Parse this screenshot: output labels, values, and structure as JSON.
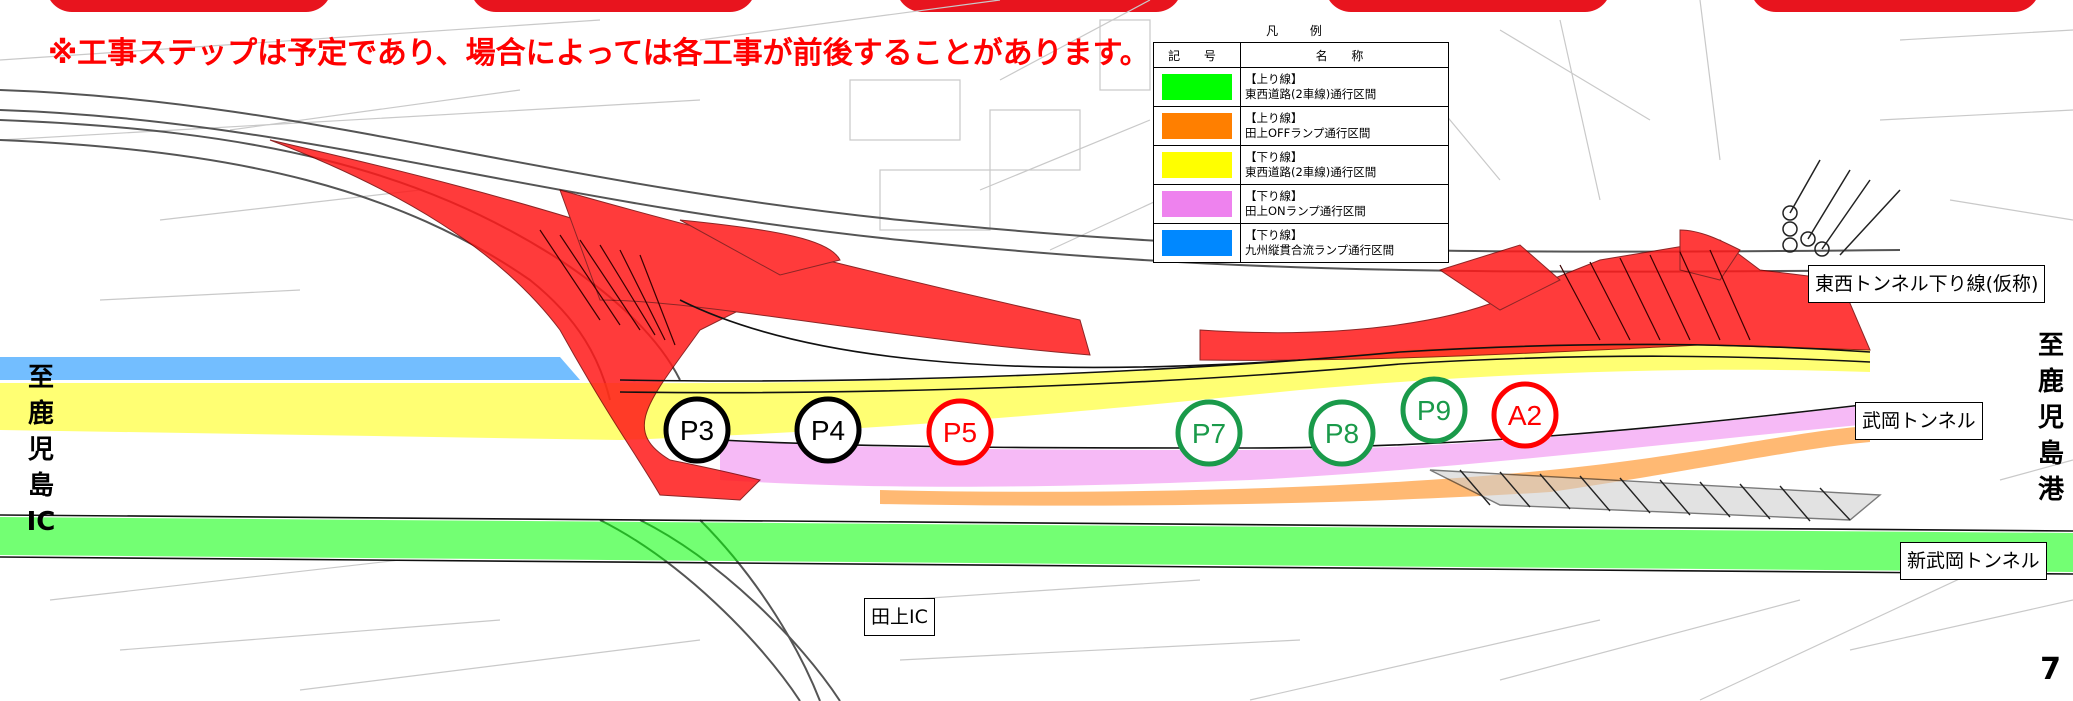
{
  "notice": "※工事ステップは予定であり、場合によっては各工事が前後することがあります。",
  "legend": {
    "title": "凡 例",
    "col_symbol": "記 号",
    "col_name": "名 称",
    "items": [
      {
        "line1": "【上り線】",
        "line2": "東西道路(2車線)通行区間",
        "color": "#00ff00"
      },
      {
        "line1": "【上り線】",
        "line2": "田上OFFランプ通行区間",
        "color": "#ff7f00"
      },
      {
        "line1": "【下り線】",
        "line2": "東西道路(2車線)通行区間",
        "color": "#ffff00"
      },
      {
        "line1": "【下り線】",
        "line2": "田上ONランプ通行区間",
        "color": "#ee82ee"
      },
      {
        "line1": "【下り線】",
        "line2": "九州縦貫合流ランプ通行区間",
        "color": "#0088ff"
      }
    ]
  },
  "piers": [
    {
      "label": "P3",
      "style": "black"
    },
    {
      "label": "P4",
      "style": "black"
    },
    {
      "label": "P5",
      "style": "red"
    },
    {
      "label": "P7",
      "style": "green"
    },
    {
      "label": "P8",
      "style": "green"
    },
    {
      "label": "P9",
      "style": "green"
    },
    {
      "label": "A2",
      "style": "red"
    }
  ],
  "places": {
    "tunnel_east_west": "東西トンネル下り線(仮称)",
    "tunnel_takeoka": "武岡トンネル",
    "tunnel_shin_takeoka": "新武岡トンネル",
    "tagami_ic": "田上IC"
  },
  "left_label": "至 鹿児島IC",
  "right_label": "至 鹿児島港",
  "page_number": "7",
  "colors": {
    "construction": "#ff1a1a",
    "upline_east_west": "#00ff00",
    "upline_off_ramp": "#ff7f00",
    "downline_east_west": "#ffff00",
    "downline_on_ramp": "#ee82ee",
    "downline_merge_ramp": "#0088ff",
    "pier_black": "#000000",
    "pier_red": "#ff0000",
    "pier_green": "#1a9a4a"
  }
}
